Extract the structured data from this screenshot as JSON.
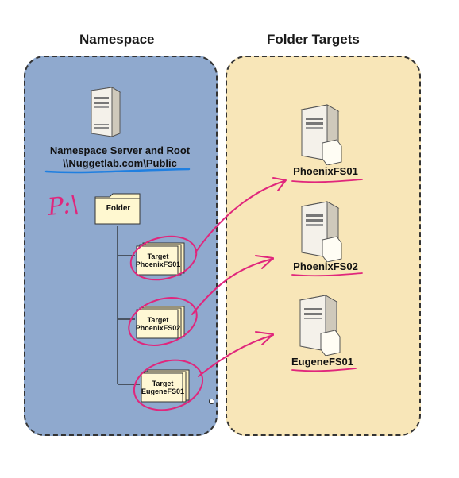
{
  "namespace": {
    "heading": "Namespace",
    "server_label": "Namespace Server and Root",
    "root_path": "\\\\Nuggetlab.com\\Public",
    "root_folder": "Folder",
    "annotation": "P:\\",
    "targets": [
      {
        "line1": "Target",
        "line2": "PhoenixFS01"
      },
      {
        "line1": "Target",
        "line2": "PhoenixFS02"
      },
      {
        "line1": "Target",
        "line2": "EugeneFS01"
      }
    ]
  },
  "folder_targets": {
    "heading": "Folder Targets",
    "servers": [
      "PhoenixFS01",
      "PhoenixFS02",
      "EugeneFS01"
    ]
  },
  "colors": {
    "namespace_panel": "#8fa9ce",
    "targets_panel": "#f8e6b8",
    "ink_pink": "#e0267c",
    "ink_blue": "#1f7fe0"
  }
}
